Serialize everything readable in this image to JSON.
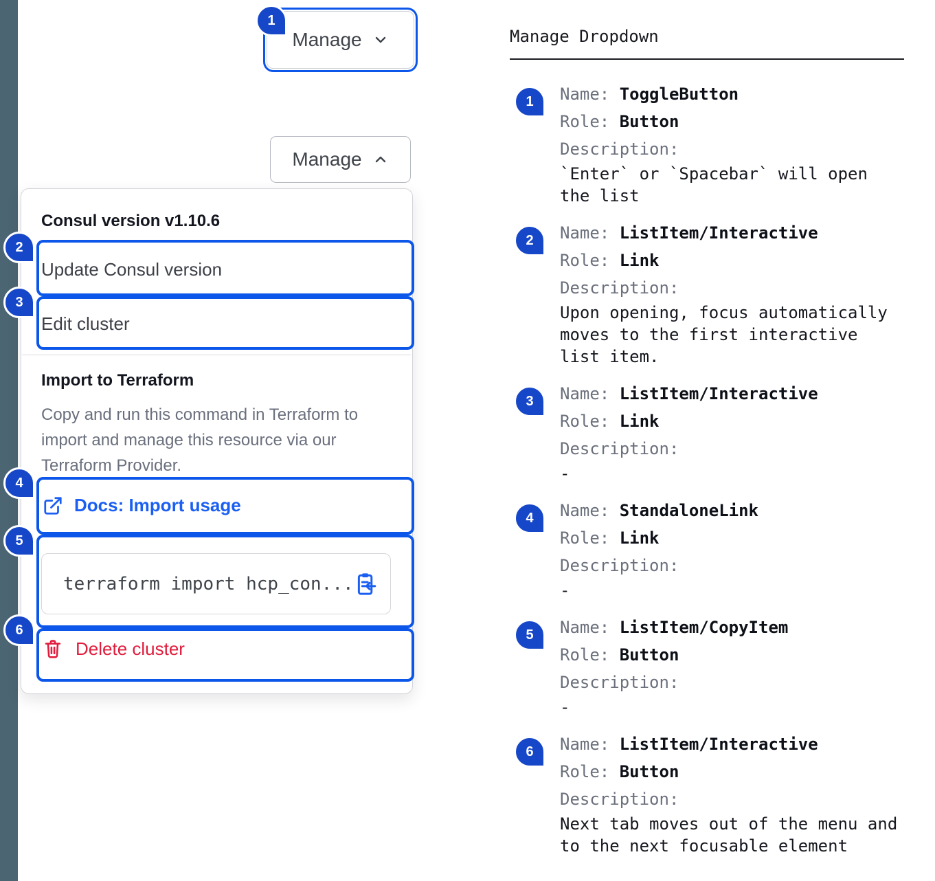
{
  "colors": {
    "sidebar_strip": "#4c6572",
    "focus_ring_blue": "#0c56e9",
    "badge_blue": "#1647c8",
    "link_blue": "#1b5ff2",
    "critical_red": "#e11c3c"
  },
  "icons": {
    "chevron_down": "chevron-down-icon",
    "chevron_up": "chevron-up-icon",
    "external_link": "external-link-icon",
    "clipboard_copy": "clipboard-copy-icon",
    "trash": "trash-icon"
  },
  "markers": [
    "1",
    "2",
    "3",
    "4",
    "5",
    "6"
  ],
  "toggle_button": {
    "label": "Manage"
  },
  "dropdown": {
    "version_label": "Consul version v1.10.6",
    "items": [
      {
        "label": "Update Consul version"
      },
      {
        "label": "Edit cluster"
      }
    ],
    "import_section": {
      "title": "Import to Terraform",
      "description": "Copy and run this command in Terraform to import and manage this resource via our Terraform Provider.",
      "docs_link_label": "Docs: Import usage",
      "command": "terraform import hcp_con...",
      "delete_label": "Delete cluster"
    }
  },
  "spec_panel": {
    "title": "Manage Dropdown",
    "labels": {
      "name": "Name:",
      "role": "Role:",
      "description": "Description:"
    },
    "entries": [
      {
        "name": "ToggleButton",
        "role": "Button",
        "description": "`Enter` or `Spacebar` will open the list"
      },
      {
        "name": "ListItem/Interactive",
        "role": "Link",
        "description": "Upon opening, focus automatically moves to the first interactive list item."
      },
      {
        "name": "ListItem/Interactive",
        "role": "Link",
        "description": "-"
      },
      {
        "name": "StandaloneLink",
        "role": "Link",
        "description": "-"
      },
      {
        "name": "ListItem/CopyItem",
        "role": "Button",
        "description": "-"
      },
      {
        "name": "ListItem/Interactive",
        "role": "Button",
        "description": "Next tab moves out of the menu and to the next focusable element"
      }
    ]
  }
}
